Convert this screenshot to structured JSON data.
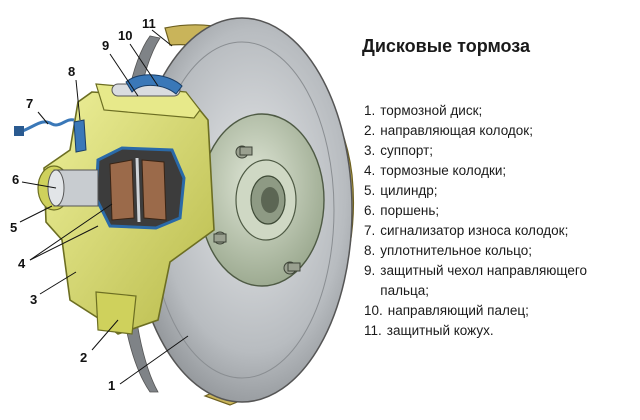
{
  "title": "Дисковые тормоза",
  "callouts": [
    "1",
    "2",
    "3",
    "4",
    "5",
    "6",
    "7",
    "8",
    "9",
    "10",
    "11"
  ],
  "legend": [
    {
      "num": "1.",
      "text": "тормозной диск;"
    },
    {
      "num": "2.",
      "text": "направляющая колодок;"
    },
    {
      "num": "3.",
      "text": "суппорт;"
    },
    {
      "num": "4.",
      "text": "тормозные колодки;"
    },
    {
      "num": "5.",
      "text": "цилиндр;"
    },
    {
      "num": "6.",
      "text": "поршень;"
    },
    {
      "num": "7.",
      "text": "сигнализатор износа колодок;"
    },
    {
      "num": "8.",
      "text": "уплотнительное кольцо;"
    },
    {
      "num": "9.",
      "text": "защитный чехол направляющего пальца;"
    },
    {
      "num": "10.",
      "text": "направляющий палец;"
    },
    {
      "num": "11.",
      "text": "защитный кожух."
    }
  ],
  "colors": {
    "caliper": "#d6d86a",
    "disc": "#b8bcc0",
    "hub": "#bcc8b0",
    "pad": "#9b6a4a",
    "shield": "#c9b45a",
    "hose": "#3a78b8"
  }
}
